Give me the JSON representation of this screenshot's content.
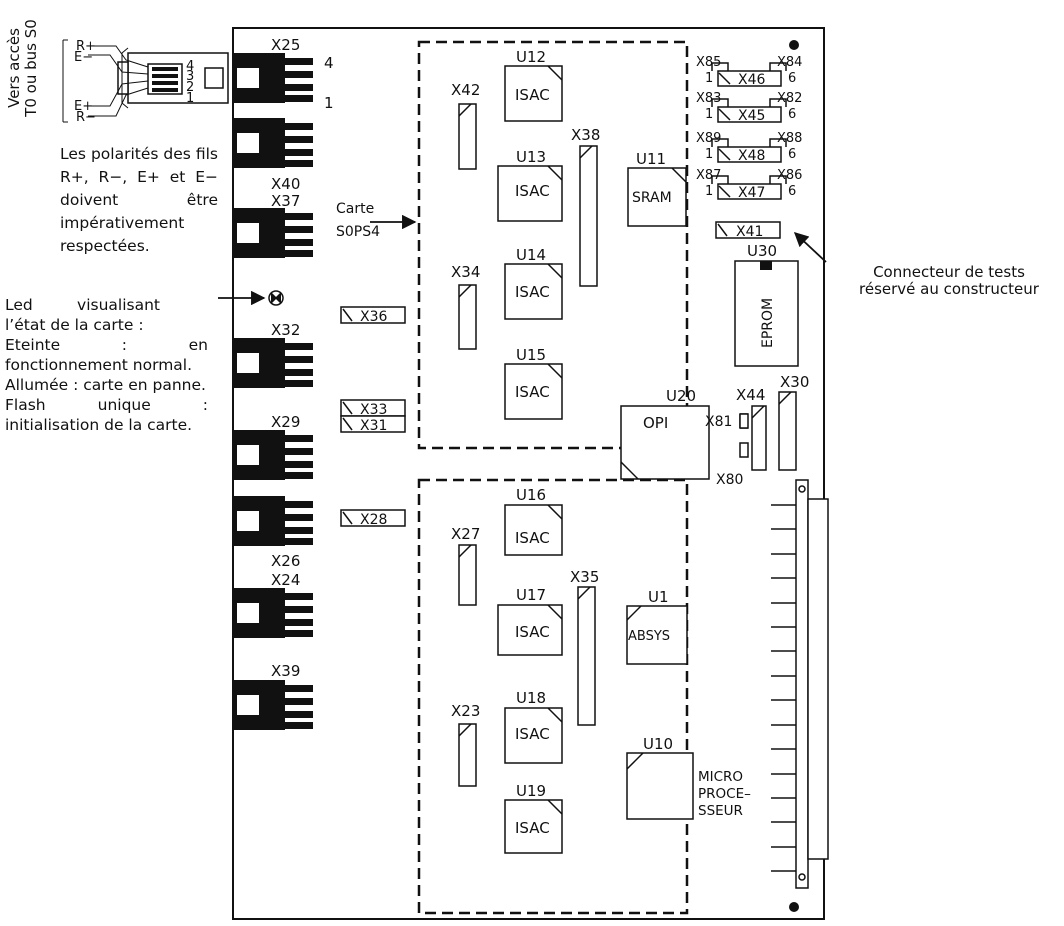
{
  "side_text": {
    "line1": "Vers accès",
    "line2": "T0 ou bus S0"
  },
  "plug_labels": {
    "r_plus": "R+",
    "e_minus": "E−",
    "e_plus": "E+",
    "r_minus": "R−",
    "pin4": "4",
    "pin3": "3",
    "pin2": "2",
    "pin1": "1"
  },
  "polarity_note": "Les polarités des fils R+, R−, E+ et E− doivent être impérativement respectées.",
  "led_note": {
    "title": "Led visualisant l’état de la carte :",
    "off": "Eteinte : en fonctionnement normal.",
    "on": "Allumée : carte en panne.",
    "flash": "Flash unique : initialisation de la carte."
  },
  "test_connector_note": {
    "line1": "Connecteur de tests",
    "line2": "réservé au constructeur"
  },
  "carte_label": {
    "line1": "Carte",
    "line2": "S0PS4"
  },
  "port_labels": {
    "x25": "X25",
    "pin4": "4",
    "pin1": "1",
    "x40": "X40",
    "x37": "X37",
    "x32": "X32",
    "x29": "X29",
    "x26": "X26",
    "x24": "X24",
    "x39": "X39"
  },
  "strap_labels": {
    "x36": "X36",
    "x33": "X33",
    "x31": "X31",
    "x28": "X28",
    "x41": "X41"
  },
  "chips": {
    "u12": {
      "ref": "U12",
      "name": "ISAC"
    },
    "u13": {
      "ref": "U13",
      "name": "ISAC"
    },
    "u14": {
      "ref": "U14",
      "name": "ISAC"
    },
    "u15": {
      "ref": "U15",
      "name": "ISAC"
    },
    "u16": {
      "ref": "U16",
      "name": "ISAC"
    },
    "u17": {
      "ref": "U17",
      "name": "ISAC"
    },
    "u18": {
      "ref": "U18",
      "name": "ISAC"
    },
    "u19": {
      "ref": "U19",
      "name": "ISAC"
    },
    "u11": {
      "ref": "U11",
      "name": "SRAM"
    },
    "u20": {
      "ref": "U20",
      "name": "OPI"
    },
    "u1": {
      "ref": "U1",
      "name": "ABSYS"
    },
    "u10": {
      "ref": "U10",
      "name": ""
    },
    "u30": {
      "ref": "U30",
      "name": "EPROM"
    }
  },
  "micro_label": {
    "line1": "MICRO",
    "line2": "PROCE–",
    "line3": "SSEUR"
  },
  "bar_labels": {
    "x42": "X42",
    "x38": "X38",
    "x34": "X34",
    "x27": "X27",
    "x35": "X35",
    "x23": "X23",
    "x44": "X44",
    "x30": "X30"
  },
  "jumpers": [
    {
      "left": "X85",
      "right": "X84",
      "mid": "X46",
      "p1": "1",
      "p6": "6"
    },
    {
      "left": "X83",
      "right": "X82",
      "mid": "X45",
      "p1": "1",
      "p6": "6"
    },
    {
      "left": "X89",
      "right": "X88",
      "mid": "X48",
      "p1": "1",
      "p6": "6"
    },
    {
      "left": "X87",
      "right": "X86",
      "mid": "X47",
      "p1": "1",
      "p6": "6"
    }
  ],
  "small_conn": {
    "x81": "X81",
    "x80": "X80"
  }
}
